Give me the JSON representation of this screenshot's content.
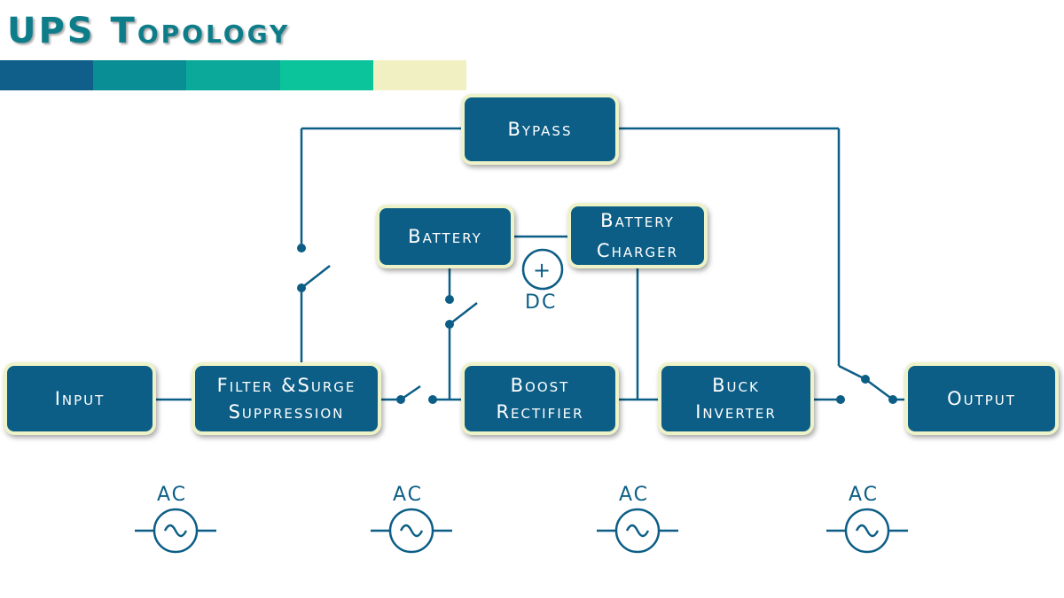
{
  "title": "UPS Topology",
  "title_bar_colors": [
    "#0f5f8a",
    "#0a8e95",
    "#0ba99a",
    "#0cc49c",
    "#f1f0c3"
  ],
  "colors": {
    "block_fill": "#0c5e86",
    "block_border": "#eef2c8",
    "wire": "#0c5e86",
    "title": "#0e7d8a"
  },
  "blocks": {
    "input": [
      "Input"
    ],
    "filter": [
      "Filter &Surge",
      "Suppression"
    ],
    "boost": [
      "Boost",
      "Rectifier"
    ],
    "buck": [
      "Buck",
      "Inverter"
    ],
    "output": [
      "Output"
    ],
    "bypass": [
      "Bypass"
    ],
    "battery": [
      "Battery"
    ],
    "charger": [
      "Battery",
      "Charger"
    ]
  },
  "dc_label": "DC",
  "dc_symbol": "+",
  "ac_labels": [
    "AC",
    "AC",
    "AC",
    "AC"
  ]
}
